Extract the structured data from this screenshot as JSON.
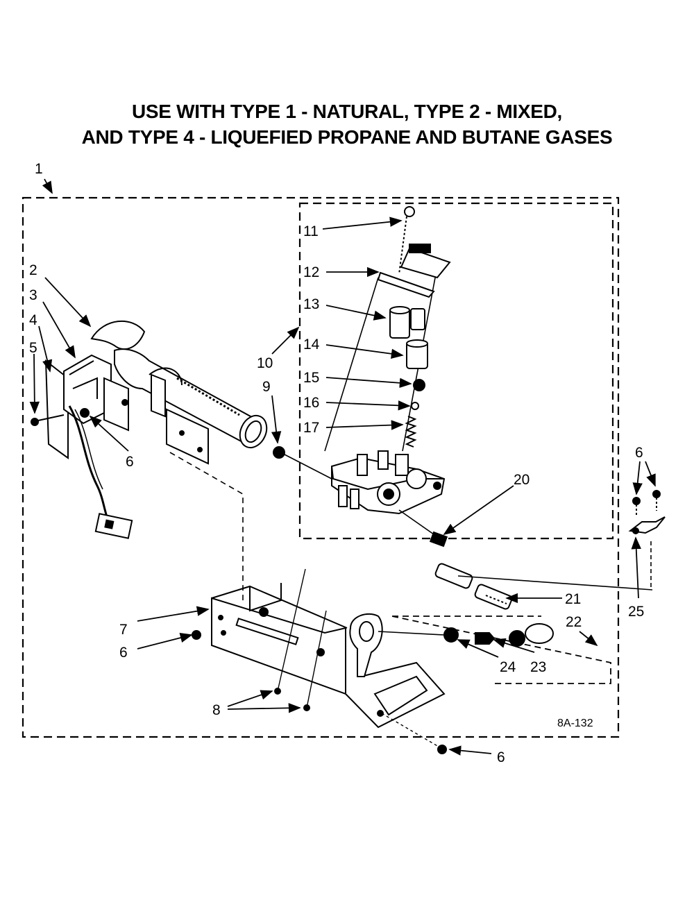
{
  "title": {
    "line1": "USE WITH TYPE 1 - NATURAL, TYPE 2 - MIXED,",
    "line2": "AND TYPE 4 - LIQUEFIED PROPANE AND BUTANE GASES"
  },
  "drawing_code": "8A-132",
  "callouts": {
    "c1": "1",
    "c2": "2",
    "c3": "3",
    "c4": "4",
    "c5": "5",
    "c6a": "6",
    "c6b": "6",
    "c6c": "6",
    "c6d": "6",
    "c7": "7",
    "c8": "8",
    "c9": "9",
    "c10": "10",
    "c11": "11",
    "c12": "12",
    "c13": "13",
    "c14": "14",
    "c15": "15",
    "c16": "16",
    "c17": "17",
    "c20": "20",
    "c21": "21",
    "c22": "22",
    "c23": "23",
    "c24": "24",
    "c25": "25"
  }
}
